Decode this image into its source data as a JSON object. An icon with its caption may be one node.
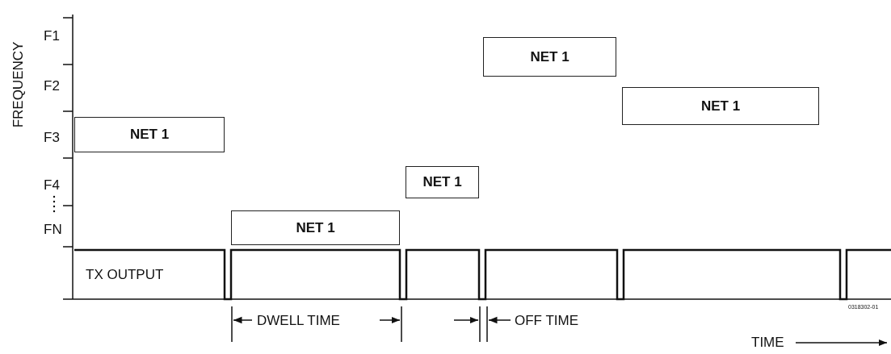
{
  "diagram": {
    "nodes": [
      {
        "text": [
          "NET 1"
        ]
      },
      {
        "text": [
          "NET 1"
        ]
      },
      {
        "text": [
          "NET 1"
        ]
      },
      {
        "text": [
          "NET 1"
        ]
      },
      {
        "text": [
          "NET 1"
        ]
      }
    ],
    "labels": [
      "FREQUENCY",
      "F1",
      "F2",
      "F3",
      "F4",
      "FN",
      "TX OUTPUT",
      "DWELL TIME",
      "OFF TIME",
      "0318302-01",
      "TIME"
    ]
  }
}
